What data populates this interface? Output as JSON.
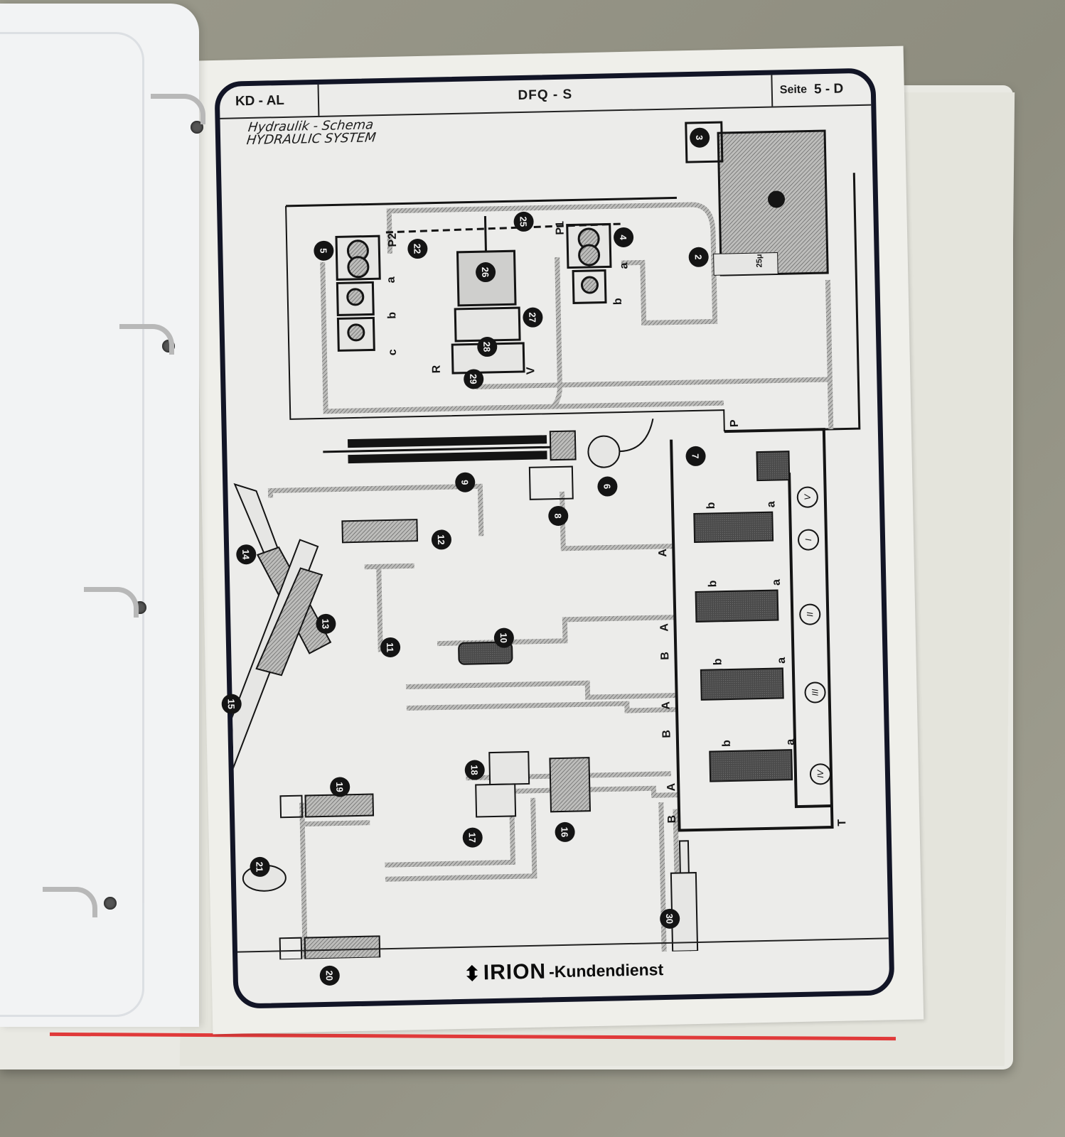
{
  "document": {
    "header": {
      "code": "KD - AL",
      "model": "DFQ - S",
      "page_prefix": "Seite",
      "page_number": "5 - D"
    },
    "title_de": "Hydraulik - Schema",
    "title_en": "HYDRAULIC SYSTEM",
    "footer": {
      "brand": "IRION",
      "suffix": "-Kundendienst"
    }
  },
  "schematic": {
    "callouts": [
      "2",
      "3",
      "4",
      "5",
      "6",
      "7",
      "8",
      "9",
      "10",
      "11",
      "12",
      "13",
      "14",
      "15",
      "16",
      "17",
      "18",
      "19",
      "20",
      "21",
      "22",
      "25",
      "26",
      "27",
      "28",
      "29",
      "30"
    ],
    "port_labels": {
      "p1": "P1",
      "p2": "P2",
      "pump5_a": "a",
      "pump5_b": "b",
      "pump5_c": "c",
      "pump4_a": "a",
      "pump4_b": "b",
      "r": "R",
      "v": "V",
      "pressure": "P",
      "tank": "T",
      "filter": "25μ"
    },
    "valve_block": {
      "sections": [
        {
          "roman": "V"
        },
        {
          "roman": "I",
          "a": "a",
          "b": "b",
          "port": "A"
        },
        {
          "roman": "II",
          "a": "a",
          "b": "b",
          "ports": [
            "A",
            "B"
          ]
        },
        {
          "roman": "III",
          "a": "a",
          "b": "b",
          "ports": [
            "A",
            "B"
          ]
        },
        {
          "roman": "IV",
          "a": "a",
          "b": "b",
          "ports": [
            "A",
            "B"
          ]
        }
      ]
    }
  },
  "colors": {
    "frame": "#121526",
    "ink": "#141414",
    "paper": "#ececea",
    "red_edge": "#e03a3a"
  }
}
